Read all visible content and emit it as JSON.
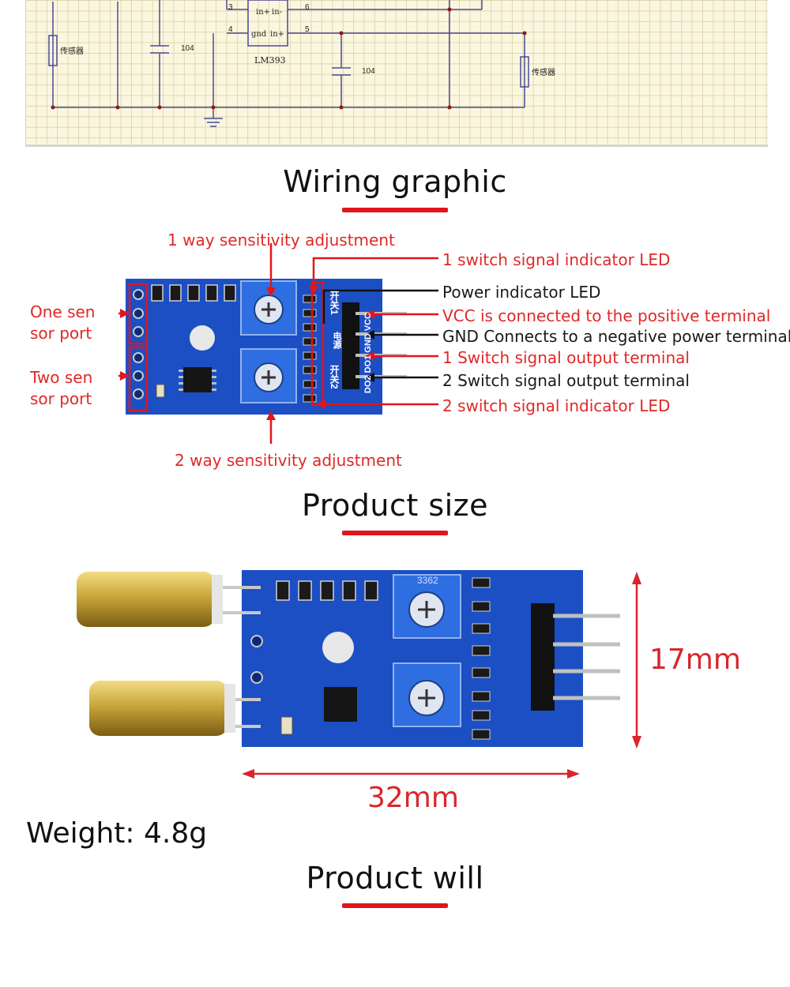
{
  "schematic": {
    "chip_label": "LM393",
    "pins": {
      "p3": "3",
      "p4": "4",
      "p5": "5",
      "p6": "6"
    },
    "pin_text": {
      "in_plus_a": "in+",
      "in_minus": "in-",
      "gnd": "gnd",
      "in_plus_b": "in+"
    },
    "cap_left": "104",
    "cap_right": "104",
    "sensor_left": "传感器",
    "sensor_right": "传感器"
  },
  "sections": {
    "wiring_title": "Wiring graphic",
    "size_title": "Product size",
    "will_title": "Product will"
  },
  "wiring_labels": {
    "sens1": "1 way sensitivity adjustment",
    "sens2": "2 way sensitivity adjustment",
    "one_port_a": "One sen",
    "one_port_b": "sor port",
    "two_port_a": "Two sen",
    "two_port_b": "sor port",
    "led1": "1 switch signal indicator LED",
    "power_led": "Power indicator LED",
    "vcc": "VCC is connected to the positive terminal",
    "gnd": "GND Connects to a negative power terminal",
    "out1": "1 Switch signal output terminal",
    "out2": "2 Switch signal output terminal",
    "led2": "2 switch signal indicator LED"
  },
  "board_silk": {
    "sw1": "开关1",
    "sw2": "开关2",
    "power": "电源",
    "pins": "DO2 DO1 GND VCC",
    "pot": "3362"
  },
  "dimensions": {
    "height": "17mm",
    "width": "32mm"
  },
  "weight": "Weight: 4.8g",
  "colors": {
    "accent_red": "#e0161c",
    "pcb_blue": "#1c4fc4",
    "gold": "#c9a63a"
  }
}
